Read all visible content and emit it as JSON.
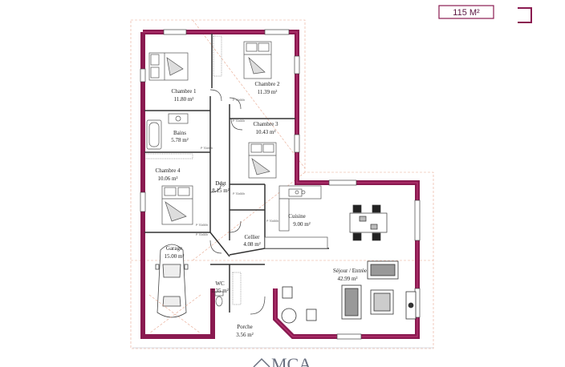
{
  "plan": {
    "area_badge": "115 M²",
    "logo_text": "MCA"
  },
  "colors": {
    "wall": "#8a1a50",
    "badge_border": "#8a1a50",
    "dashed_guide": "#e8a890",
    "furniture": "#555555"
  },
  "rooms": [
    {
      "name": "Chambre 1",
      "area": "11.80 m²"
    },
    {
      "name": "Chambre 2",
      "area": "11.39 m²"
    },
    {
      "name": "Chambre 3",
      "area": "10.43 m²"
    },
    {
      "name": "Chambre 4",
      "area": "10.06 m²"
    },
    {
      "name": "Bains",
      "area": "5.78 m²"
    },
    {
      "name": "Degt",
      "area": "8.15 m²"
    },
    {
      "name": "Cuisine",
      "area": "9.00 m²"
    },
    {
      "name": "Cellier",
      "area": "4.08 m²"
    },
    {
      "name": "Garage",
      "area": "15.00 m²"
    },
    {
      "name": "WC",
      "area": "1.35 m²"
    },
    {
      "name": "Séjour / Entrée",
      "area": "42.99 m²"
    },
    {
      "name": "Porche",
      "area": "3.56 m²"
    }
  ],
  "notes": {
    "window_1": "P 70x50h",
    "window_2": "P 70x50h",
    "window_3": "P 70x50h",
    "window_4": "P 70x50h",
    "window_5": "P 70x50h",
    "window_6": "P 70x50h",
    "window_7": "P 70x50h"
  }
}
